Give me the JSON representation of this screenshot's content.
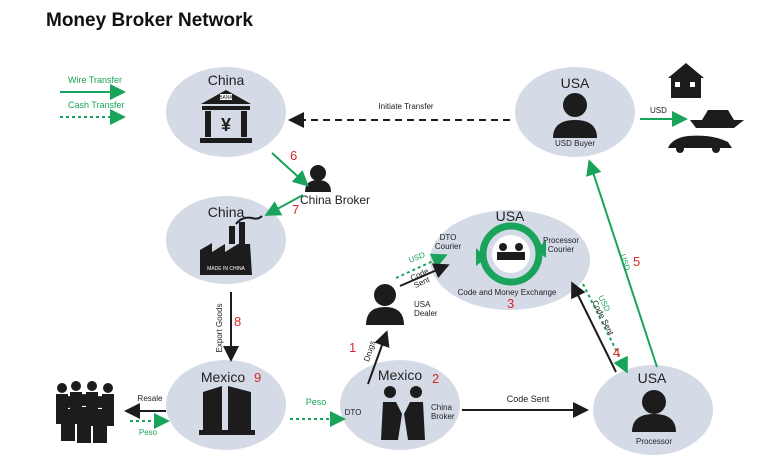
{
  "title": "Money Broker Network",
  "legend": {
    "wire": "Wire Transfer",
    "cash": "Cash Transfer"
  },
  "nodes": {
    "china_bank": {
      "label": "China",
      "bank_text": "BANK",
      "symbol": "¥"
    },
    "china_factory": {
      "label": "China",
      "sign": "MADE IN CHINA"
    },
    "usa_buyer": {
      "label": "USA",
      "sub": "USD Buyer"
    },
    "usa_exchange": {
      "label": "USA",
      "left": "DTO\nCourier",
      "right": "Processor\nCourier",
      "sub": "Code and Money Exchange"
    },
    "mexico_left": {
      "label": "Mexico"
    },
    "mexico_mid": {
      "label": "Mexico",
      "dto": "DTO",
      "broker": "China\nBroker"
    },
    "usa_processor": {
      "label": "USA",
      "sub": "Processor"
    },
    "usa_dealer": {
      "label": "USA\nDealer"
    },
    "china_broker": {
      "label": "China Broker"
    }
  },
  "edges": {
    "initiate": "Initiate Transfer",
    "usd_goods": "USD",
    "code_sent_bottom": "Code Sent",
    "export": "Export Goods",
    "drugs": "Drugs",
    "peso": "Peso",
    "resale": "Resale",
    "peso_people": "Peso",
    "usd_dealer": "USD",
    "code_sent_dealer": "Code\nSent",
    "usd_proc": "USD",
    "code_sent_proc": "Code Sent",
    "usd5": "USD"
  },
  "steps": [
    "1",
    "2",
    "3",
    "4",
    "5",
    "6",
    "7",
    "8",
    "9"
  ],
  "colors": {
    "circle": "#d4dbe6",
    "green": "#1aa35b",
    "red": "#d8262b",
    "dark": "#1c1c1c"
  }
}
